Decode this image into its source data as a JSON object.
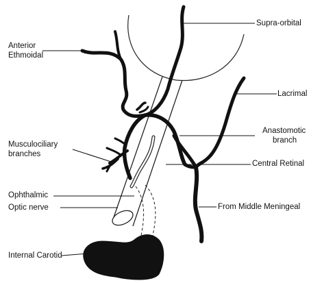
{
  "labels": {
    "supra_orbital": "Supra-orbital",
    "anterior_ethmoidal_line1": "Anterior",
    "anterior_ethmoidal_line2": "Ethmoidal",
    "lacrimal": "Lacrimal",
    "anastomotic_line1": "Anastomotic",
    "anastomotic_line2": "branch",
    "musculociliary_line1": "Musculociliary",
    "musculociliary_line2": "branches",
    "central_retinal": "Central Retinal",
    "ophthalmic": "Ophthalmic",
    "optic_nerve": "Optic nerve",
    "from_middle_meningeal": "From Middle Meningeal",
    "internal_carotid": "Internal Carotid"
  },
  "colors": {
    "vessel": "#111111",
    "outline": "#222222",
    "background": "#ffffff"
  }
}
